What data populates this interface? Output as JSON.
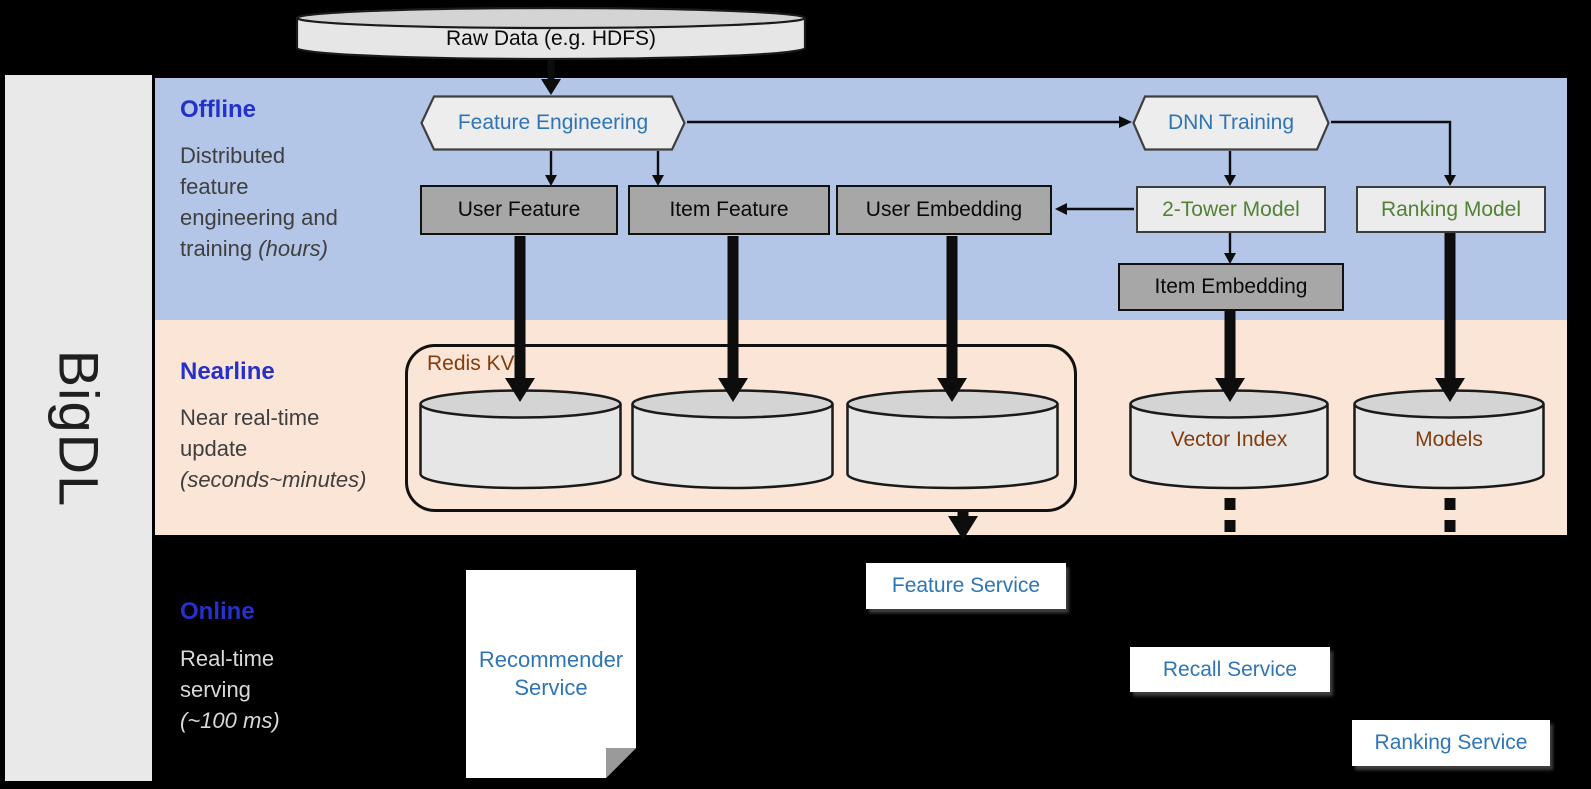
{
  "brand": {
    "label": "BigDL"
  },
  "source": {
    "label": "Raw Data (e.g. HDFS)"
  },
  "offline": {
    "title": "Offline",
    "desc_line1": "Distributed",
    "desc_line2": "feature",
    "desc_line3": "engineering and",
    "desc_line4_prefix": "training ",
    "desc_line4_italic": "(hours)",
    "feature_engineering": "Feature Engineering",
    "dnn_training": "DNN Training",
    "user_feature": "User Feature",
    "item_feature": "Item Feature",
    "user_embedding": "User Embedding",
    "two_tower_model": "2-Tower Model",
    "ranking_model": "Ranking Model",
    "item_embedding": "Item Embedding"
  },
  "nearline": {
    "title": "Nearline",
    "desc_line1": "Near real-time",
    "desc_line2": "update",
    "desc_line3_italic": "(seconds~minutes)",
    "redis_kv": "Redis KV",
    "vector_index": "Vector Index",
    "models": "Models"
  },
  "online": {
    "title": "Online",
    "desc_line1": "Real-time",
    "desc_line2": "serving",
    "desc_line3_italic": "(~100 ms)",
    "recommender_service": "Recommender Service",
    "feature_service": "Feature Service",
    "recall_service": "Recall Service",
    "ranking_service": "Ranking Service"
  },
  "colors": {
    "offline_band": "#b3c6e7",
    "nearline_band": "#fbe5d6",
    "online_background": "#000000",
    "band_title_blue": "#2531cb",
    "component_text_blue": "#2e75b6",
    "model_text_green": "#538135",
    "storage_text_brown": "#843c0c",
    "dark_box_gray": "#a7a7a7",
    "sidebar_gray": "#e9e9e9"
  }
}
